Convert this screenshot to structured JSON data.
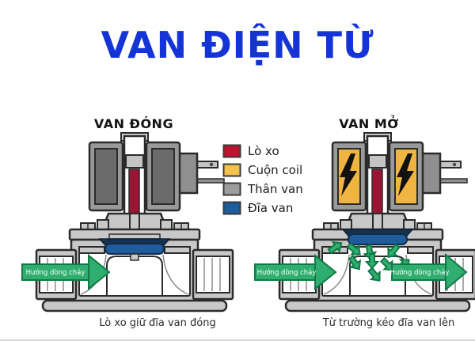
{
  "title": "VAN ĐIỆN TỪ",
  "colors": {
    "title_blue": "#1434d6",
    "flow_green": "#2fae6f",
    "spring_red": "#9c1433",
    "coil_energized_yellow": "#f0b541",
    "disc_blue": "#1e5c9e",
    "body_gray": "#c8c8c8"
  },
  "legend": {
    "items": [
      {
        "label": "Lò xo",
        "color": "#c0122f"
      },
      {
        "label": "Cuộn coil",
        "color": "#f2c14e"
      },
      {
        "label": "Thân van",
        "color": "#9c9c9c"
      },
      {
        "label": "Đĩa van",
        "color": "#1e5c9e"
      }
    ]
  },
  "left_diagram": {
    "heading": "VAN ĐÓNG",
    "caption": "Lò xo giữ đĩa van đóng",
    "flow_label": "Hướng dòng chảy"
  },
  "right_diagram": {
    "heading": "VAN MỞ",
    "caption": "Từ trường kéo đĩa van lên",
    "flow_label_in": "Hướng dòng chảy",
    "flow_label_out": "Hướng dòng chảy"
  }
}
